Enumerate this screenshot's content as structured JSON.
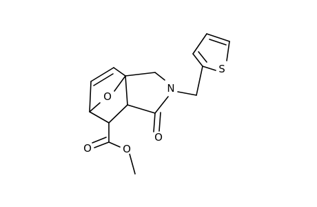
{
  "structure": {
    "atoms": {
      "ring_oxygen": "O",
      "lactam_nitrogen": "N",
      "lactam_carbonyl_oxygen": "O",
      "ester_carbonyl_oxygen": "O",
      "ester_ether_oxygen": "O",
      "thiophene_sulfur": "S"
    }
  }
}
